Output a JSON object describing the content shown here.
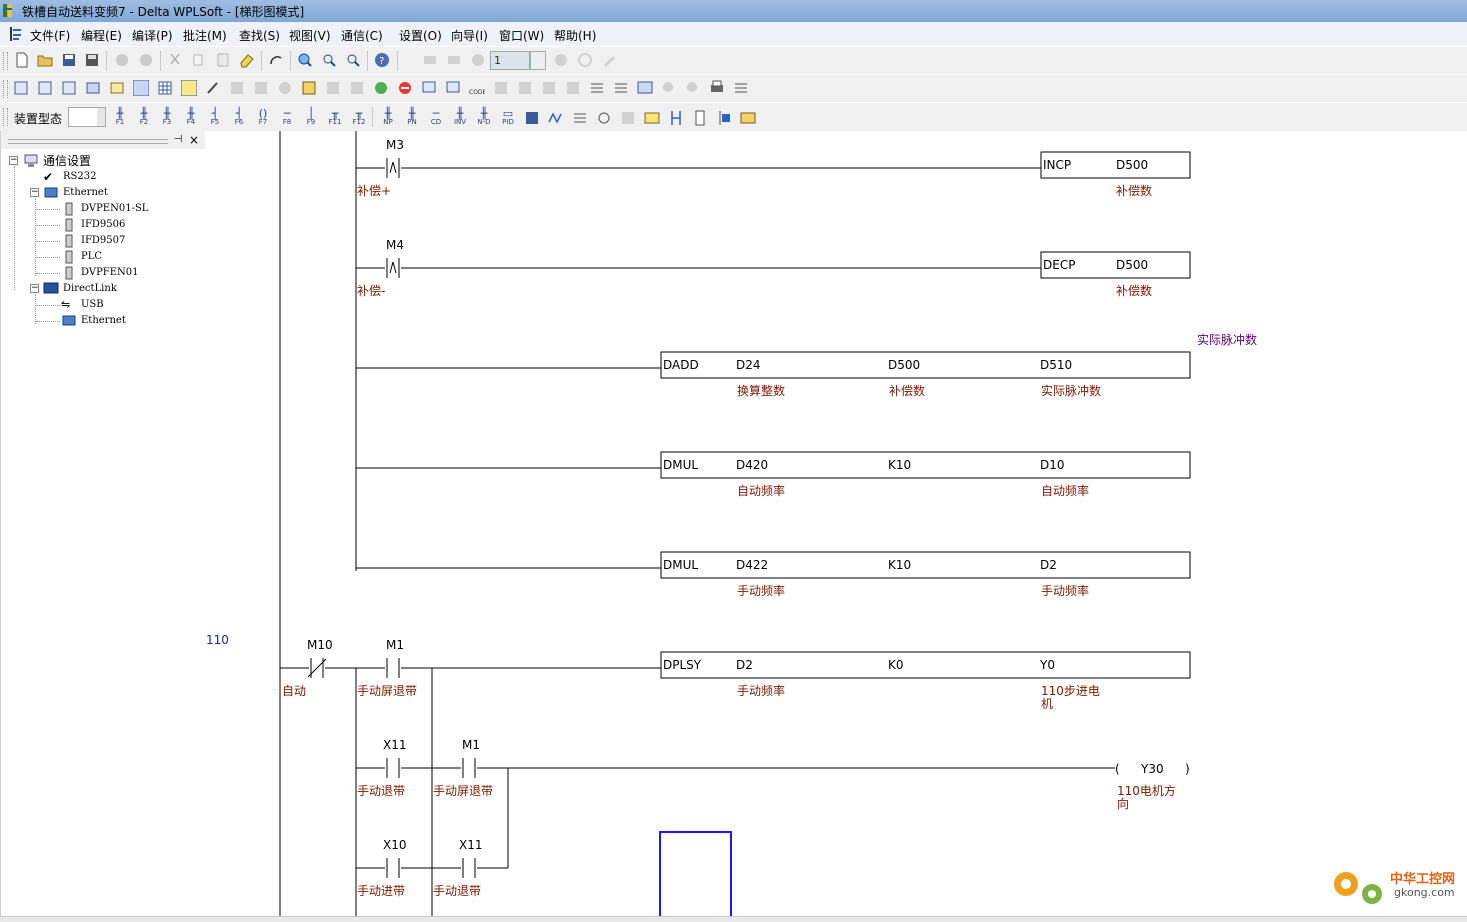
{
  "window": {
    "title": "铁槽自动送料变频7 - Delta WPLSoft - [梯形图模式]"
  },
  "menu": [
    "文件(F)",
    "编程(E)",
    "编译(P)",
    "批注(M)",
    "查找(S)",
    "视图(V)",
    "通信(C)",
    "设置(O)",
    "向导(I)",
    "窗口(W)",
    "帮助(H)"
  ],
  "toolbar": {
    "device_label": "装置型态",
    "step_value": "1",
    "fkeys": [
      "F1",
      "F2",
      "F3",
      "F4",
      "F5",
      "F6",
      "F7",
      "F8",
      "F9",
      "F11",
      "F12",
      "NP",
      "PN",
      "CD",
      "INV",
      "N-D",
      "PID"
    ]
  },
  "tree": {
    "root": "通信设置",
    "items": [
      {
        "label": "RS232"
      },
      {
        "label": "Ethernet"
      },
      {
        "label": "DVPEN01-SL"
      },
      {
        "label": "IFD9506"
      },
      {
        "label": "IFD9507"
      },
      {
        "label": "PLC"
      },
      {
        "label": "DVPFEN01"
      },
      {
        "label": "DirectLink"
      },
      {
        "label": "USB"
      },
      {
        "label": "Ethernet"
      }
    ]
  },
  "ladder": {
    "step_number": "110",
    "row_comment": "实际脉冲数",
    "contacts": [
      {
        "device": "M3",
        "comment": "补偿+"
      },
      {
        "device": "M4",
        "comment": "补偿-"
      },
      {
        "device": "M10",
        "comment": "自动"
      },
      {
        "device": "M1",
        "comment": "手动屏退带"
      },
      {
        "device": "X11",
        "comment": "手动退带"
      },
      {
        "device": "M1",
        "comment": "手动屏退带"
      },
      {
        "device": "X10",
        "comment": "手动进带"
      },
      {
        "device": "X11",
        "comment": "手动退带"
      }
    ],
    "instructions": [
      {
        "op": "INCP",
        "operands": [
          {
            "v": "D500",
            "c": "补偿数"
          }
        ]
      },
      {
        "op": "DECP",
        "operands": [
          {
            "v": "D500",
            "c": "补偿数"
          }
        ]
      },
      {
        "op": "DADD",
        "operands": [
          {
            "v": "D24",
            "c": "换算整数"
          },
          {
            "v": "D500",
            "c": "补偿数"
          },
          {
            "v": "D510",
            "c": "实际脉冲数"
          }
        ]
      },
      {
        "op": "DMUL",
        "operands": [
          {
            "v": "D420",
            "c": "自动频率"
          },
          {
            "v": "K10",
            "c": ""
          },
          {
            "v": "D10",
            "c": "自动频率"
          }
        ]
      },
      {
        "op": "DMUL",
        "operands": [
          {
            "v": "D422",
            "c": "手动频率"
          },
          {
            "v": "K10",
            "c": ""
          },
          {
            "v": "D2",
            "c": "手动频率"
          }
        ]
      },
      {
        "op": "DPLSY",
        "operands": [
          {
            "v": "D2",
            "c": "手动频率"
          },
          {
            "v": "K0",
            "c": ""
          },
          {
            "v": "Y0",
            "c": "110步进电"
          }
        ],
        "extra": "机"
      }
    ],
    "coil": {
      "device": "Y30",
      "comment": "110电机方",
      "comment2": "向",
      "lparen": "(",
      "rparen": ")"
    }
  },
  "watermark": {
    "brand": "中华工控网",
    "site": "gkong.com"
  }
}
